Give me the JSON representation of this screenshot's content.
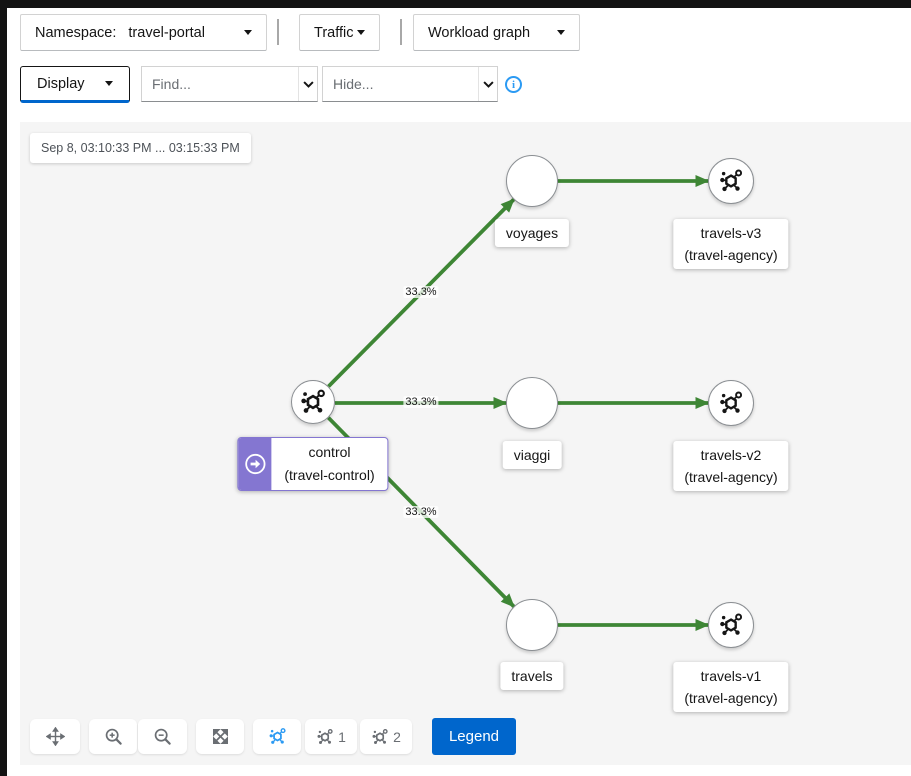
{
  "header": {
    "namespace_label": "Namespace:",
    "namespace_value": "travel-portal",
    "traffic_label": "Traffic",
    "graph_type_label": "Workload graph",
    "display_label": "Display",
    "find_placeholder": "Find...",
    "hide_placeholder": "Hide..."
  },
  "graph": {
    "time_range_label": "Sep 8, 03:10:33 PM ... 03:15:33 PM",
    "nodes": {
      "control": {
        "title": "control",
        "subtitle": "(travel-control)"
      },
      "voyages": {
        "title": "voyages"
      },
      "viaggi": {
        "title": "viaggi"
      },
      "travels": {
        "title": "travels"
      },
      "travels_v3": {
        "title": "travels-v3",
        "subtitle": "(travel-agency)"
      },
      "travels_v2": {
        "title": "travels-v2",
        "subtitle": "(travel-agency)"
      },
      "travels_v1": {
        "title": "travels-v1",
        "subtitle": "(travel-agency)"
      }
    },
    "edge_labels": {
      "control_voyages": "33.3%",
      "control_viaggi": "33.3%",
      "control_travels": "33.3%"
    }
  },
  "footer": {
    "legend_label": "Legend",
    "layout_one_label": "1",
    "layout_two_label": "2"
  },
  "icons": {
    "move": "pan-arrows",
    "zoom_in": "magnifier-plus",
    "zoom_out": "magnifier-minus",
    "expand": "expand-arrows",
    "layout": "mesh-graph",
    "info": "info-circle",
    "root_badge": "arrow-right-circle"
  },
  "colors": {
    "edge_green": "#3e8635",
    "accent_blue": "#0066cc",
    "icon_blue": "#2b9af3",
    "badge_purple": "#8476d1",
    "canvas_gray": "#f5f5f5",
    "chrome_black": "#131313"
  }
}
